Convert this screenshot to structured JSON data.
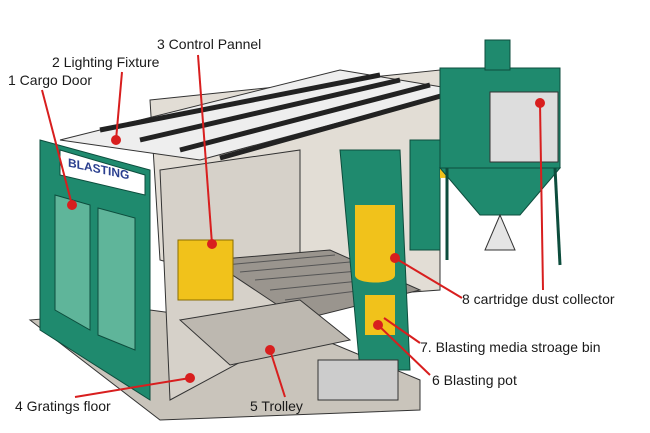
{
  "logo_text": "BLASTING",
  "labels": {
    "l1": "1 Cargo Door",
    "l2": "2 Lighting Fixture",
    "l3": "3 Control Pannel",
    "l4": "4 Gratings floor",
    "l5": "5 Trolley",
    "l6": "6 Blasting pot",
    "l7": "7. Blasting media stroage bin",
    "l8": "8 cartridge dust collector"
  },
  "colors": {
    "frame": "#1f8a6e",
    "leader": "#d81e1e",
    "panel": "#d9d4cc",
    "yellow": "#f1c21b"
  }
}
